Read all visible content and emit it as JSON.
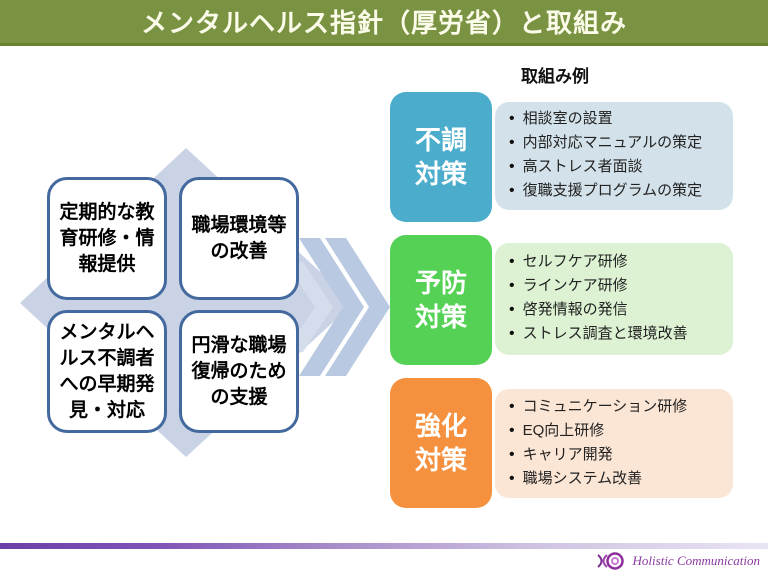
{
  "slide": {
    "title": "メンタルヘルス指針（厚労省）と取組み",
    "examples_header": "取組み例"
  },
  "colors": {
    "banner_bg": "#7A9342",
    "banner_text": "#FBFBE9",
    "diamond": "#C9D3E5",
    "chevron": "#B9C9E2",
    "guideline_box_border": "#44699E",
    "footer_gradient_start": "#6C3FA8",
    "footer_gradient_end": "#E9E4F4",
    "logo_purple": "#8B3A9E"
  },
  "guideline_boxes": [
    {
      "text": "定期的な教\n育研修・情\n報提供"
    },
    {
      "text": "職場環境等\nの改善"
    },
    {
      "text": "メンタルヘ\nルス不調者\nへの早期発\n見・対応"
    },
    {
      "text": "円滑な職場\n復帰のため\nの支援"
    }
  ],
  "groups": [
    {
      "label": "不調\n対策",
      "color": "#4BACCC",
      "panel_color": "#D3E2EA",
      "items": [
        "相談室の設置",
        "内部対応マニュアルの策定",
        "高ストレス者面談",
        "復職支援プログラムの策定"
      ]
    },
    {
      "label": "予防\n対策",
      "color": "#55D156",
      "panel_color": "#DCF2D3",
      "items": [
        "セルフケア研修",
        "ラインケア研修",
        "啓発情報の発信",
        "ストレス調査と環境改善"
      ]
    },
    {
      "label": "強化\n対策",
      "color": "#F5913E",
      "panel_color": "#FBE5D4",
      "items": [
        "コミュニケーション研修",
        "EQ向上研修",
        "キャリア開発",
        "職場システム改善"
      ]
    }
  ],
  "footer": {
    "logo_text": "Holistic Communication"
  }
}
